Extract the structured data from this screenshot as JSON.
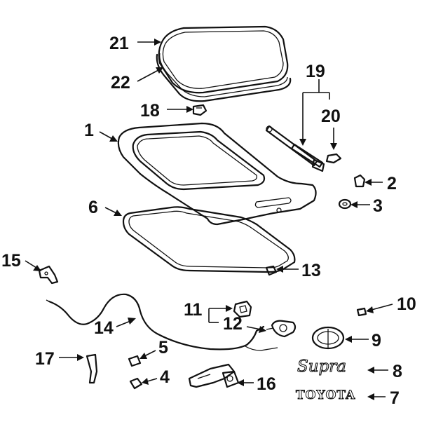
{
  "diagram": {
    "callouts": [
      {
        "id": "c1",
        "label": "1"
      },
      {
        "id": "c2",
        "label": "2"
      },
      {
        "id": "c3",
        "label": "3"
      },
      {
        "id": "c4",
        "label": "4"
      },
      {
        "id": "c5",
        "label": "5"
      },
      {
        "id": "c6",
        "label": "6"
      },
      {
        "id": "c7",
        "label": "7"
      },
      {
        "id": "c8",
        "label": "8"
      },
      {
        "id": "c9",
        "label": "9"
      },
      {
        "id": "c10",
        "label": "10"
      },
      {
        "id": "c11",
        "label": "11"
      },
      {
        "id": "c12",
        "label": "12"
      },
      {
        "id": "c13",
        "label": "13"
      },
      {
        "id": "c14",
        "label": "14"
      },
      {
        "id": "c15",
        "label": "15"
      },
      {
        "id": "c16",
        "label": "16"
      },
      {
        "id": "c17",
        "label": "17"
      },
      {
        "id": "c18",
        "label": "18"
      },
      {
        "id": "c19",
        "label": "19"
      },
      {
        "id": "c20",
        "label": "20"
      },
      {
        "id": "c21",
        "label": "21"
      },
      {
        "id": "c22",
        "label": "22"
      }
    ],
    "emblems": {
      "brand_text": "TOYOTA",
      "model_script": "Supra"
    }
  }
}
